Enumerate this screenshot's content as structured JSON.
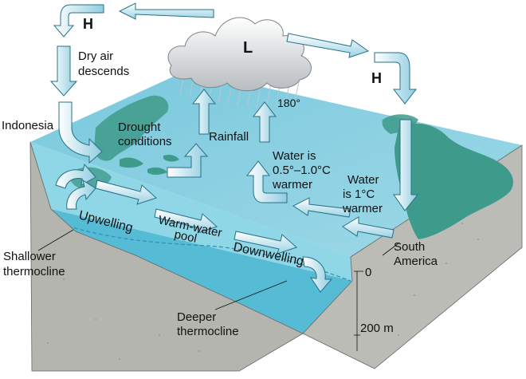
{
  "pressure": {
    "high_left": "H",
    "low_center": "L",
    "high_right": "H"
  },
  "labels": {
    "dry_air_line1": "Dry air",
    "dry_air_line2": "descends",
    "indonesia": "Indonesia",
    "drought_line1": "Drought",
    "drought_line2": "conditions",
    "rainfall": "Rainfall",
    "longitude": "180°",
    "water_warmer_a_line1": "Water is",
    "water_warmer_a_line2": "0.5°–1.0°C",
    "water_warmer_a_line3": "warmer",
    "water_warmer_b_line1": "Water",
    "water_warmer_b_line2": "is 1°C",
    "water_warmer_b_line3": "warmer",
    "upwelling": "Upwelling",
    "warm_pool_line1": "Warm-water",
    "warm_pool_line2": "pool",
    "downwelling": "Downwelling",
    "shallower_line1": "Shallower",
    "shallower_line2": "thermocline",
    "deeper_line1": "Deeper",
    "deeper_line2": "thermocline",
    "south_america_line1": "South",
    "south_america_line2": "America",
    "depth_zero": "0",
    "depth_200": "200 m"
  },
  "colors": {
    "ocean_surface": "#8fd3e3",
    "ocean_front": "#7fcfe0",
    "deep_water": "#5cbcd6",
    "land": "#3e9a8a",
    "cross_section_rock": "#b7b7b2",
    "arrow_fill": "#d9f0f6",
    "arrow_stroke": "#2a6f86"
  }
}
